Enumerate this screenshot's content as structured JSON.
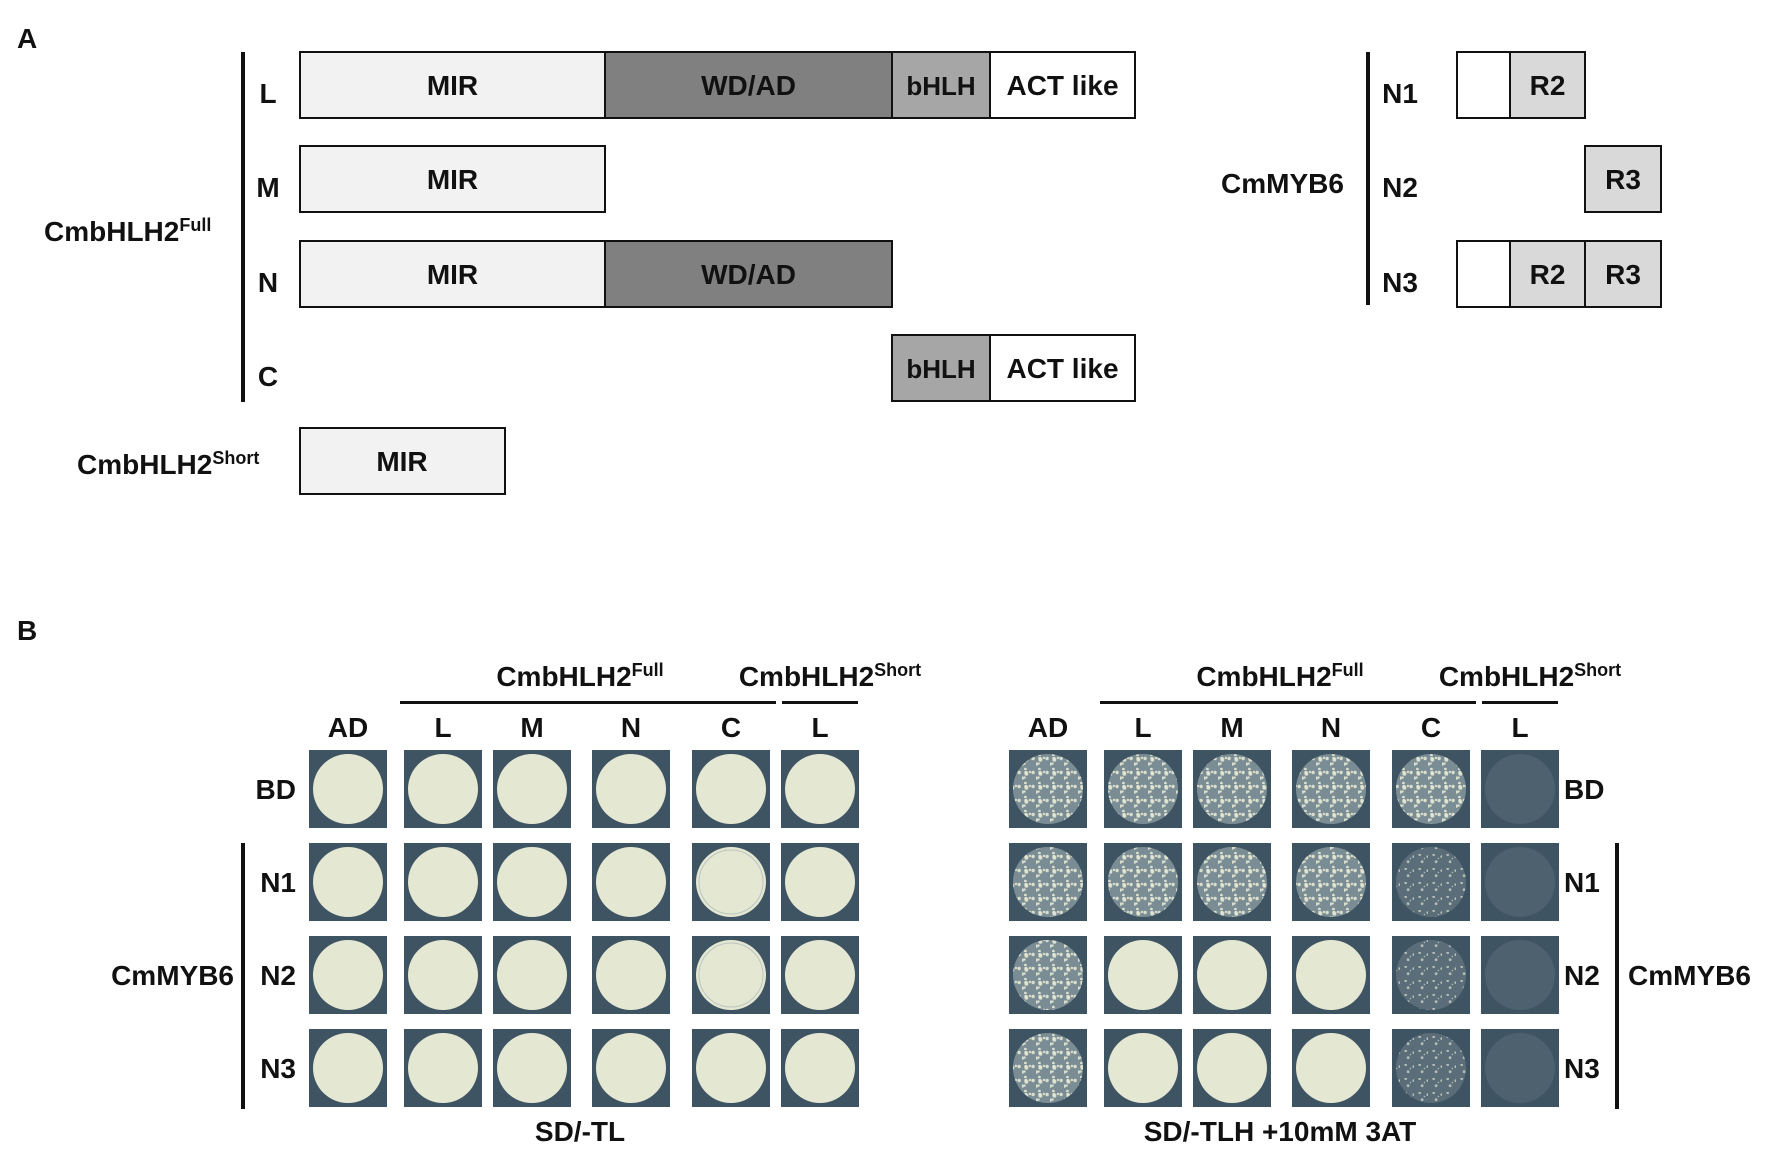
{
  "panel_a": {
    "label": "A",
    "full_construct": {
      "name": "CmbHLH2",
      "superscript": "Full",
      "rows": [
        {
          "id": "L",
          "domains": [
            "MIR",
            "WD/AD",
            "bHLH",
            "ACT like"
          ]
        },
        {
          "id": "M",
          "domains": [
            "MIR"
          ]
        },
        {
          "id": "N",
          "domains": [
            "MIR",
            "WD/AD"
          ]
        },
        {
          "id": "C",
          "domains": [
            "bHLH",
            "ACT like"
          ]
        }
      ]
    },
    "short_construct": {
      "name": "CmbHLH2",
      "superscript": "Short",
      "domains": [
        "MIR"
      ]
    },
    "myb_construct": {
      "name": "CmMYB6",
      "rows": [
        {
          "id": "N1",
          "domains": [
            "R2"
          ]
        },
        {
          "id": "N2",
          "domains": [
            "R3"
          ]
        },
        {
          "id": "N3",
          "domains": [
            "R2",
            "R3"
          ]
        }
      ]
    },
    "domain_colors": {
      "MIR": "#f2f2f2",
      "WD/AD": "#808080",
      "bHLH": "#a6a6a6",
      "ACT like": "#ffffff",
      "R2": "#d9d9d9",
      "R3": "#d9d9d9"
    }
  },
  "panel_b": {
    "label": "B",
    "columns": [
      "AD",
      "L",
      "M",
      "N",
      "C",
      "L"
    ],
    "group_full": {
      "name": "CmbHLH2",
      "superscript": "Full"
    },
    "group_short": {
      "name": "CmbHLH2",
      "superscript": "Short"
    },
    "rows": [
      "BD",
      "N1",
      "N2",
      "N3"
    ],
    "row_group": "CmMYB6",
    "left_plate": {
      "caption": "SD/-TL",
      "spots": [
        [
          "full",
          "full",
          "full",
          "full",
          "full",
          "full"
        ],
        [
          "full",
          "full",
          "full",
          "full",
          "patchy",
          "full"
        ],
        [
          "full",
          "full",
          "full",
          "full",
          "patchy",
          "full"
        ],
        [
          "full",
          "full",
          "full",
          "full",
          "full",
          "full"
        ]
      ]
    },
    "right_plate": {
      "caption": "SD/-TLH +10mM 3AT",
      "spots": [
        [
          "speckled",
          "speckled",
          "speckled",
          "speckled",
          "speckled",
          "faint"
        ],
        [
          "speckled",
          "speckled",
          "speckled",
          "speckled",
          "sparse",
          "faint"
        ],
        [
          "speckled",
          "full",
          "mottled",
          "full",
          "sparse",
          "faint"
        ],
        [
          "speckled",
          "full",
          "full",
          "full",
          "sparse",
          "faint"
        ]
      ]
    },
    "colors": {
      "plate_bg": "#3f5463",
      "colony": "#e4e7d2"
    }
  }
}
